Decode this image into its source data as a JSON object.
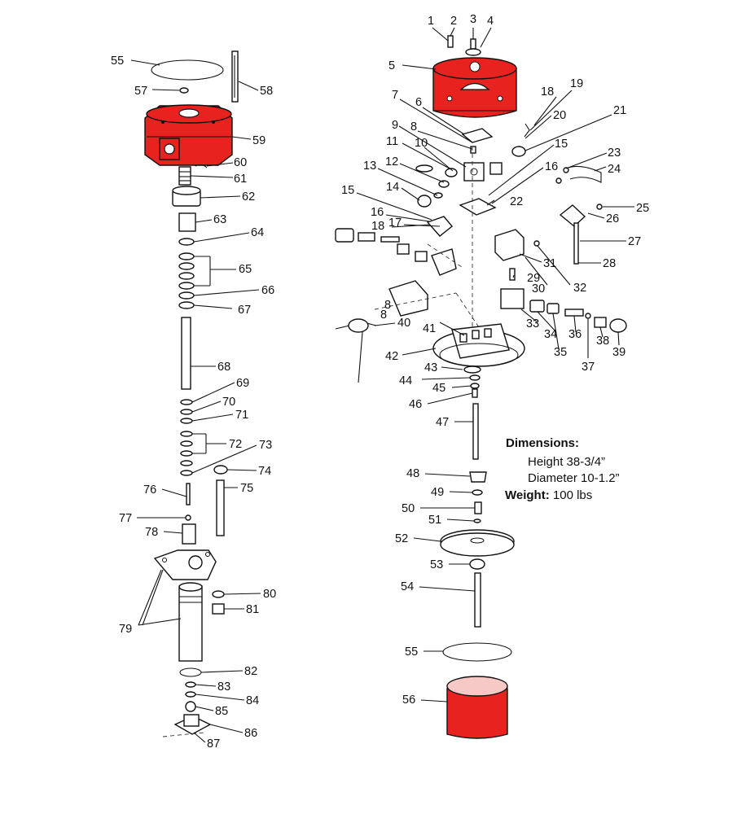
{
  "colors": {
    "highlight": "#e8231f",
    "ink": "#111111",
    "background": "#ffffff"
  },
  "labels": {
    "n1": "1",
    "n2": "2",
    "n3": "3",
    "n4": "4",
    "n5": "5",
    "n6": "6",
    "n7": "7",
    "n8a": "8",
    "n8b": "8",
    "n8c": "8",
    "n9": "9",
    "n10": "10",
    "n11": "11",
    "n12": "12",
    "n13": "13",
    "n14": "14",
    "n15a": "15",
    "n15b": "15",
    "n16a": "16",
    "n16b": "16",
    "n17": "17",
    "n18a": "18",
    "n18b": "18",
    "n19": "19",
    "n20": "20",
    "n21": "21",
    "n22": "22",
    "n23": "23",
    "n24": "24",
    "n25": "25",
    "n26": "26",
    "n27": "27",
    "n28": "28",
    "n29": "29",
    "n30": "30",
    "n31": "31",
    "n32": "32",
    "n33": "33",
    "n34": "34",
    "n35": "35",
    "n36": "36",
    "n37": "37",
    "n38": "38",
    "n39": "39",
    "n40": "40",
    "n41": "41",
    "n42": "42",
    "n43": "43",
    "n44": "44",
    "n45": "45",
    "n46": "46",
    "n47": "47",
    "n48": "48",
    "n49": "49",
    "n50": "50",
    "n51": "51",
    "n52": "52",
    "n53": "53",
    "n54": "54",
    "n55a": "55",
    "n55b": "55",
    "n56": "56",
    "n57": "57",
    "n58": "58",
    "n59": "59",
    "n60": "60",
    "n61": "61",
    "n62": "62",
    "n63": "63",
    "n64": "64",
    "n65": "65",
    "n66": "66",
    "n67": "67",
    "n68": "68",
    "n69": "69",
    "n70": "70",
    "n71": "71",
    "n72": "72",
    "n73": "73",
    "n74": "74",
    "n75": "75",
    "n76": "76",
    "n77": "77",
    "n78": "78",
    "n79": "79",
    "n80": "80",
    "n81": "81",
    "n82": "82",
    "n83": "83",
    "n84": "84",
    "n85": "85",
    "n86": "86",
    "n87": "87"
  },
  "specs": {
    "dimensions_label": "Dimensions:",
    "height": "Height 38-3/4”",
    "diameter": "Diameter 10-1.2”",
    "weight_label": "Weight:",
    "weight_value": " 100 lbs"
  }
}
